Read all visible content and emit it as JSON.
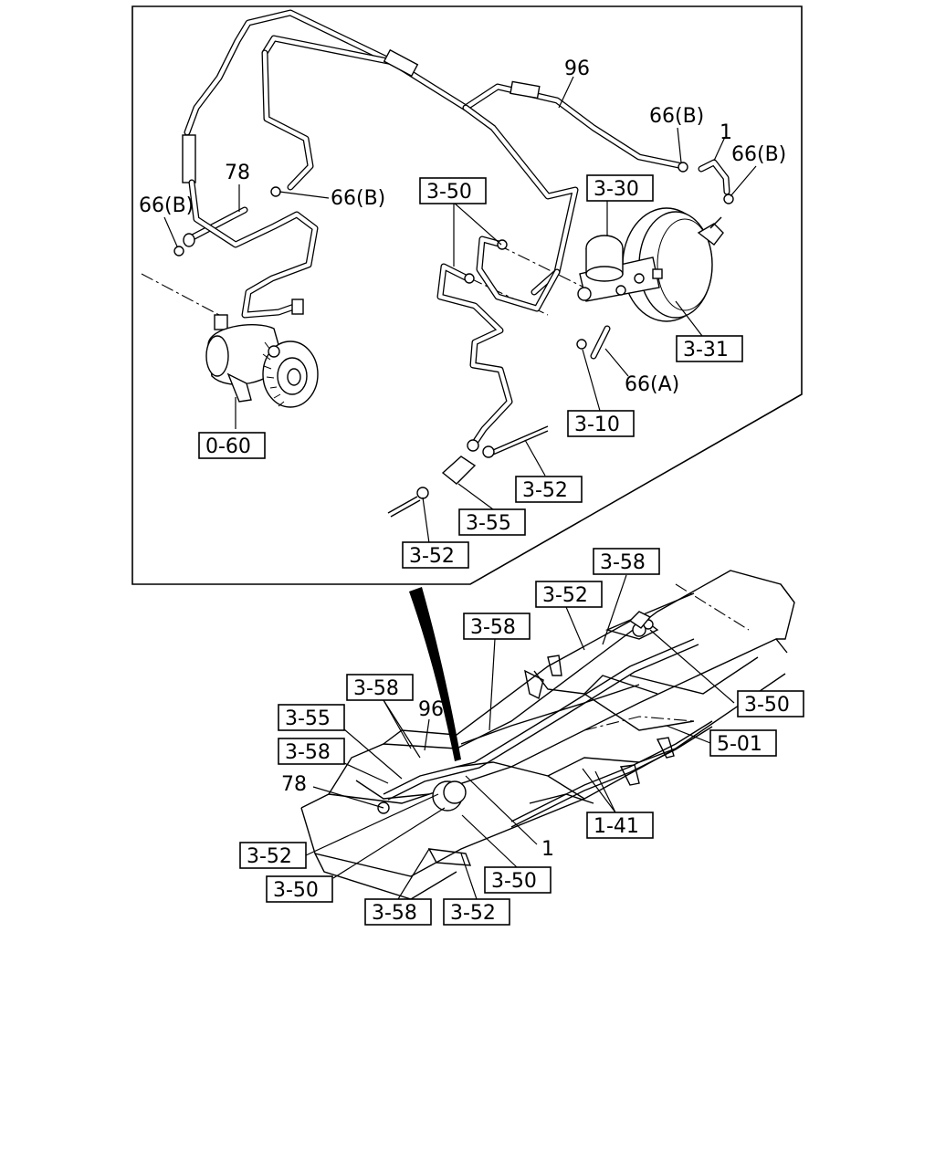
{
  "callouts": {
    "c96_top": "96",
    "c66b_a": "66(B)",
    "c1_top": "1",
    "c66b_b": "66(B)",
    "c78_top": "78",
    "c66b_c": "66(B)",
    "c66b_d": "66(B)",
    "c66a": "66(A)",
    "c96_bot": "96",
    "c78_bot": "78",
    "c1_bot": "1"
  },
  "boxes": {
    "b350_top": "3-50",
    "b330": "3-30",
    "b331": "3-31",
    "b310": "3-10",
    "b060": "0-60",
    "b352_a": "3-52",
    "b355_top": "3-55",
    "b352_b": "3-52",
    "b358_a": "3-58",
    "b352_c": "3-52",
    "b358_b": "3-58",
    "b350_r": "3-50",
    "b358_c": "3-58",
    "b501": "5-01",
    "b355_bot": "3-55",
    "b358_d": "3-58",
    "b141": "1-41",
    "b352_d": "3-52",
    "b350_l": "3-50",
    "b350_b": "3-50",
    "b358_e": "3-58",
    "b352_e": "3-52"
  }
}
